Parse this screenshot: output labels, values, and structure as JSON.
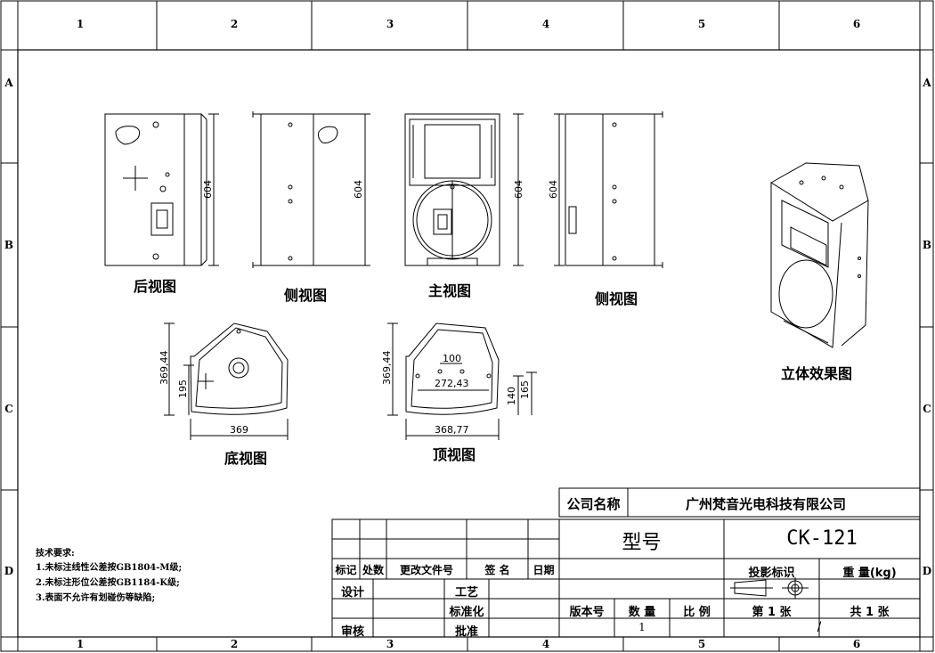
{
  "zones": {
    "columns": [
      "1",
      "2",
      "3",
      "4",
      "5",
      "6"
    ],
    "rows": [
      "A",
      "B",
      "C",
      "D"
    ]
  },
  "views": {
    "rear": "后视图",
    "side_left": "侧视图",
    "front": "主视图",
    "side_right": "侧视图",
    "iso": "立体效果图",
    "bottom": "底视图",
    "top": "顶视图"
  },
  "dimensions": {
    "height": "604",
    "depth": "369,44",
    "width_bottom": "369",
    "offset_195": "195",
    "width_top": "368,77",
    "hole_spacing_100": "100",
    "hole_spacing_272": "272,43",
    "offset_140": "140",
    "offset_165": "165"
  },
  "tech_requirements": {
    "title": "技术要求:",
    "items": [
      "1.未标注线性公差按GB1804-M级;",
      "2.未标注形位公差按GB1184-K级;",
      "3.表面不允许有划碰伤等缺陷;"
    ]
  },
  "title_block": {
    "company_label": "公司名称",
    "company_name": "广州梵音光电科技有限公司",
    "model_label": "型号",
    "model_value": "CK-121",
    "mark": "标记",
    "place": "处数",
    "change_doc": "更改文件号",
    "signature": "签 名",
    "date": "日期",
    "design": "设计",
    "process": "工艺",
    "standard": "标准化",
    "review": "审核",
    "approve": "批准",
    "projection": "投影标识",
    "weight": "重 量(kg)",
    "version": "版本号",
    "quantity": "数 量",
    "scale": "比 例",
    "sheet_no": "第 1 张",
    "sheet_total": "共 1 张",
    "quantity_value": "1",
    "slash": "/"
  }
}
